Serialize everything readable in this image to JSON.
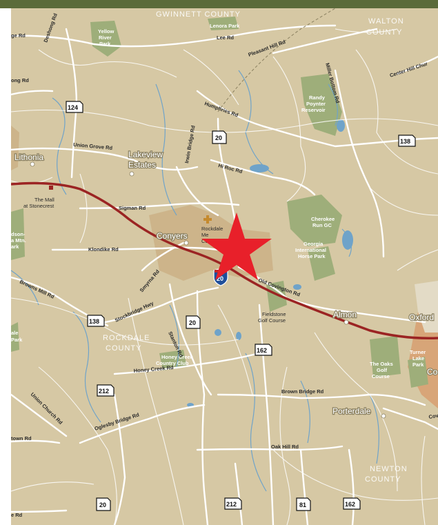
{
  "map": {
    "counties": {
      "gwinnett_partial": "GWINNETT\nCOUNTY",
      "walton": [
        "WALTON",
        "COUNTY"
      ],
      "rockdale": [
        "ROCKDALE",
        "COUNTY"
      ],
      "newton": [
        "NEWTON",
        "COUNTY"
      ]
    },
    "places": {
      "lithonia": "Lithonia",
      "lakeview_estates": [
        "Lakeview",
        "Estates"
      ],
      "conyers": "Conyers",
      "almon": "Almon",
      "oxford": "Oxford",
      "porterdale": "Porterdale",
      "covington_partial": "Co"
    },
    "poi": {
      "yellow_river_park": [
        "Yellow",
        "River",
        "Park"
      ],
      "lenora_park": "Lenora Park",
      "randy_poynter": [
        "Randy",
        "Poynter",
        "Reservoir"
      ],
      "mall_stonecrest": [
        "The Mall",
        "at Stonecrest"
      ],
      "rockdale_medical": [
        "Rockdale",
        "Me",
        "Cent"
      ],
      "cherokee_run": [
        "Cherokee",
        "Run GC"
      ],
      "georgia_horse_park": [
        "Georgia",
        "International",
        "Horse Park"
      ],
      "davidson_partial": [
        "dson-",
        "a Mtn.",
        "ark"
      ],
      "fieldstone": [
        "Fieldstone",
        "Golf Course"
      ],
      "honey_creek_cc": [
        "Honey Creek",
        "Country Club"
      ],
      "oaks_golf": [
        "The Oaks",
        "Golf",
        "Course"
      ],
      "turner_lake": [
        "Turner",
        "Lake",
        "Park"
      ],
      "park_partial": "Park",
      "ale_partial": "ale"
    },
    "roads": {
      "lee_rd": "Lee Rd",
      "dogwood_partial": "ge Rd",
      "deshong_rd": "Deshong Rd",
      "pleasant_hill_rd": "Pleasant Hill Rd",
      "center_hill_church": "Center Hill Chur",
      "long_partial": "ong Rd",
      "humphries_rd": "Humphries Rd",
      "irwin_bridge_rd": "Irwin Bridge Rd",
      "miller_bottom_rd": "Miller Bottom Rd",
      "union_grove_rd": "Union Grove Rd",
      "hi_roc_rd": "Hi Roc Rd",
      "sigman_rd": "Sigman Rd",
      "klondike_rd": "Klondike Rd",
      "browns_mill_rd": "Browns Mill Rd",
      "smyrna_rd": "Smyrna Rd",
      "old_covington_rd": "Old Covington Rd",
      "stockbridge_hwy": "Stockbridge Hwy",
      "stanton_rd": "Stanton Rd",
      "honey_creek_rd": "Honey Creek Rd",
      "brown_bridge_rd": "Brown Bridge Rd",
      "union_church_rd": "Union Church Rd",
      "oglesby_bridge_rd": "Oglesby Bridge Rd",
      "oak_hill_rd": "Oak Hill Rd",
      "town_partial": "town Rd",
      "e_rd_partial": "e Rd",
      "cov_partial": "Cov"
    },
    "shields": {
      "sr124": "124",
      "sr20_north": "20",
      "sr138_east": "138",
      "i20": "20",
      "sr138_west": "138",
      "sr20_south": "20",
      "sr162_mid": "162",
      "sr212_west": "212",
      "sr20_bottom": "20",
      "sr212_bottom": "212",
      "sr81": "81",
      "sr162_bottom": "162"
    },
    "colors": {
      "land": "#d6c8a4",
      "road": "#ffffff",
      "water": "#6fa3c9",
      "park": "#9eae7a",
      "interstate": "#9b2423",
      "urban": "#c9ad82",
      "star": "#e8202a"
    },
    "marker": "red-star"
  }
}
